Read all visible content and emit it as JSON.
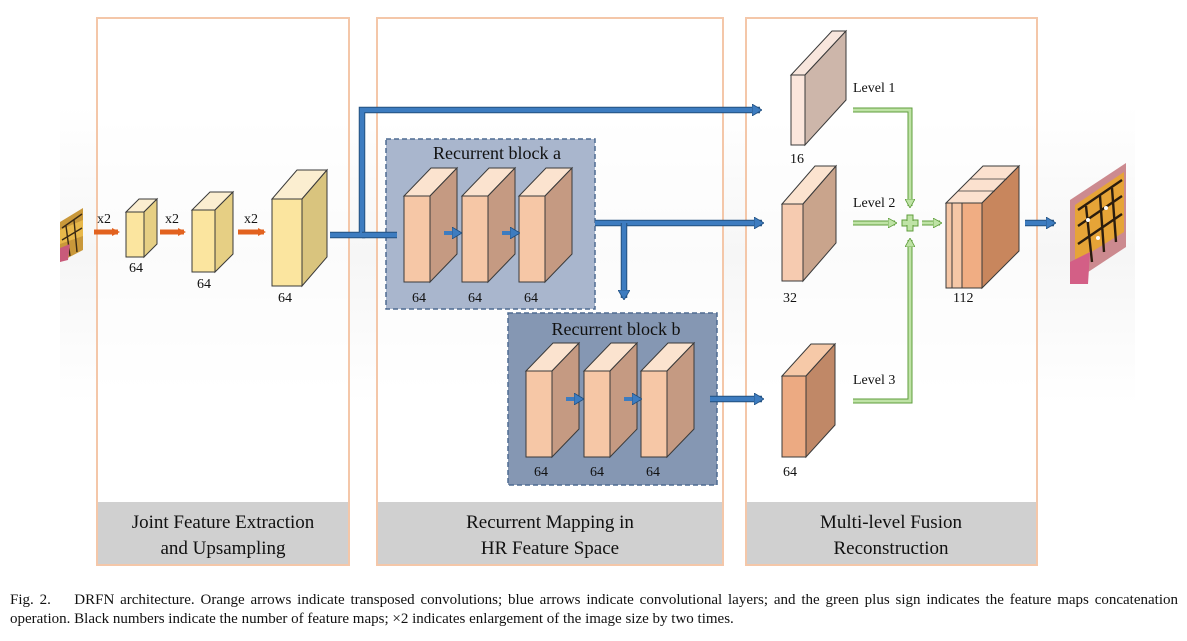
{
  "sections": {
    "joint": {
      "line1": "Joint Feature Extraction",
      "line2": "and Upsampling"
    },
    "recurrent": {
      "line1": "Recurrent Mapping in",
      "line2": "HR Feature Space"
    },
    "fusion": {
      "line1": "Multi-level Fusion",
      "line2": "Reconstruction"
    }
  },
  "blocks": {
    "a": {
      "title": "Recurrent block a",
      "counts": [
        "64",
        "64",
        "64"
      ]
    },
    "b": {
      "title": "Recurrent block b",
      "counts": [
        "64",
        "64",
        "64"
      ]
    }
  },
  "upsampling": {
    "scale_labels": [
      "x2",
      "x2",
      "x2"
    ],
    "counts": [
      "64",
      "64",
      "64"
    ]
  },
  "levels": {
    "level1": {
      "label": "Level 1",
      "count": "16"
    },
    "level2": {
      "label": "Level 2",
      "count": "32"
    },
    "level3": {
      "label": "Level 3",
      "count": "64"
    }
  },
  "fusion_output": {
    "count": "112"
  },
  "caption": {
    "fig_label": "Fig. 2.",
    "text": "DRFN architecture. Orange arrows indicate transposed convolutions; blue arrows indicate convolutional layers; and the green plus sign indicates the feature maps concatenation operation. Black numbers indicate the number of feature maps; ×2 indicates enlargement of the image size by two times."
  },
  "colors": {
    "orange_arrow": "#e2621f",
    "blue_arrow": "#3d7cc0",
    "green_arrow": "#9acd7a",
    "panel_border": "#f4c7a9",
    "section_band": "#d0d0d0",
    "block_a_bg": "#a9b6cd",
    "block_b_bg": "#8597b3"
  }
}
